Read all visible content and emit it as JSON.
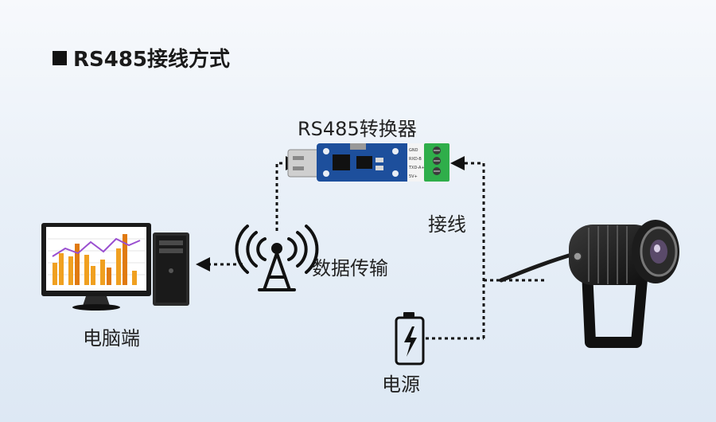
{
  "header": {
    "title": "RS485接线方式"
  },
  "nodes": {
    "converter": "RS485转换器",
    "computer": "电脑端",
    "wireless": "数据传输",
    "wiring": "接线",
    "power": "电源"
  },
  "converter_pins": [
    "GND",
    "RXD-B",
    "TXD-A+",
    "5V+"
  ],
  "colors": {
    "board": "#1d4f9c",
    "terminal": "#2fae4a",
    "line": "#111111",
    "accent": "#f0a020"
  }
}
